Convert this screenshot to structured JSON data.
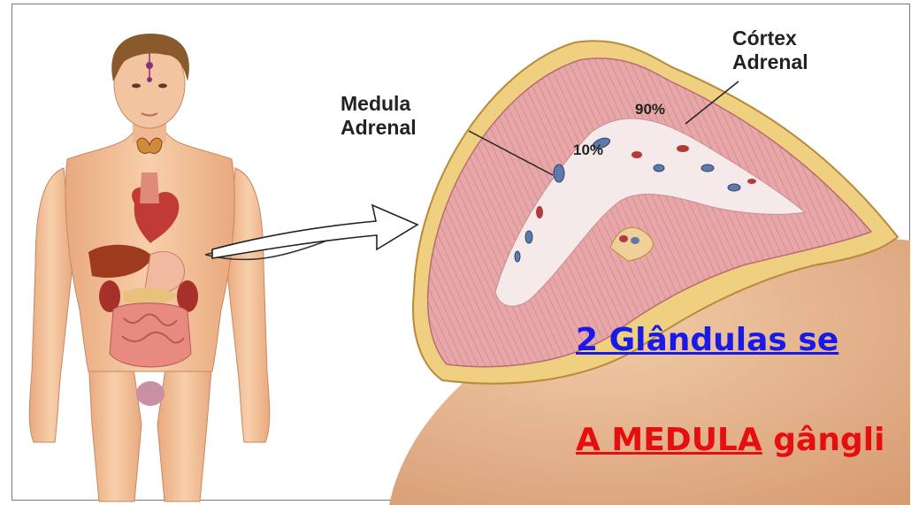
{
  "labels": {
    "cortex_line1": "Córtex",
    "cortex_line2": "Adrenal",
    "medula_line1": "Medula",
    "medula_line2": "Adrenal",
    "cortex_pct": "90%",
    "medula_pct": "10%"
  },
  "headings": {
    "title_partial": "2 Glândulas se",
    "subtitle_underlined": "A MEDULA",
    "subtitle_rest": " gângli"
  },
  "colors": {
    "title": "#1a1ae6",
    "subtitle": "#e60f0f",
    "skin": "#f4c29c",
    "cortex": "#e7a6a8",
    "capsule": "#efcf80",
    "medulla": "#f6e9ea",
    "kidney": "#e6b693"
  },
  "icons": {
    "body": "human-body-icon",
    "arrow": "outline-arrow-icon",
    "gland": "adrenal-gland-cross-section-icon"
  }
}
